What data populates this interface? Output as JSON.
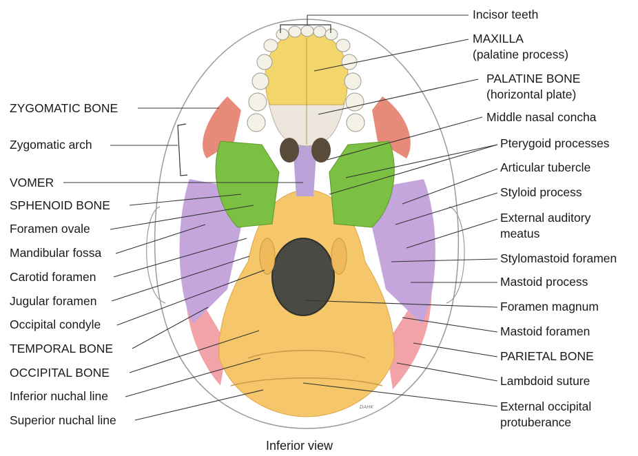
{
  "caption": "Inferior view",
  "artist_signature": "DAHK",
  "left_labels": [
    "ZYGOMATIC BONE",
    "Zygomatic arch",
    "VOMER",
    "SPHENOID BONE",
    "Foramen ovale",
    "Mandibular fossa",
    "Carotid foramen",
    "Jugular foramen",
    "Occipital condyle",
    "TEMPORAL BONE",
    "OCCIPITAL BONE",
    "Inferior nuchal line",
    "Superior nuchal line"
  ],
  "right_labels": [
    "Incisor teeth",
    "MAXILLA",
    "(palatine process)",
    "PALATINE BONE",
    "(horizontal plate)",
    "Middle nasal concha",
    "Pterygoid processes",
    "Articular tubercle",
    "Styloid process",
    "External auditory",
    "meatus",
    "Stylomastoid foramen",
    "Mastoid process",
    "Foramen magnum",
    "Mastoid foramen",
    "PARIETAL BONE",
    "Lambdoid suture",
    "External occipital",
    "protuberance"
  ],
  "colors": {
    "zygomatic": "#e88a7a",
    "maxilla": "#f2d56b",
    "palatine": "#ece6dc",
    "sphenoid": "#7cc043",
    "vomer": "#b9a2d8",
    "temporal": "#c4a6dc",
    "occipital": "#f5c66a",
    "parietal": "#f2a3a8",
    "teeth": "#f4f1e6",
    "foramen_magnum": "#4a4a44",
    "outline": "#8a8a8a"
  }
}
